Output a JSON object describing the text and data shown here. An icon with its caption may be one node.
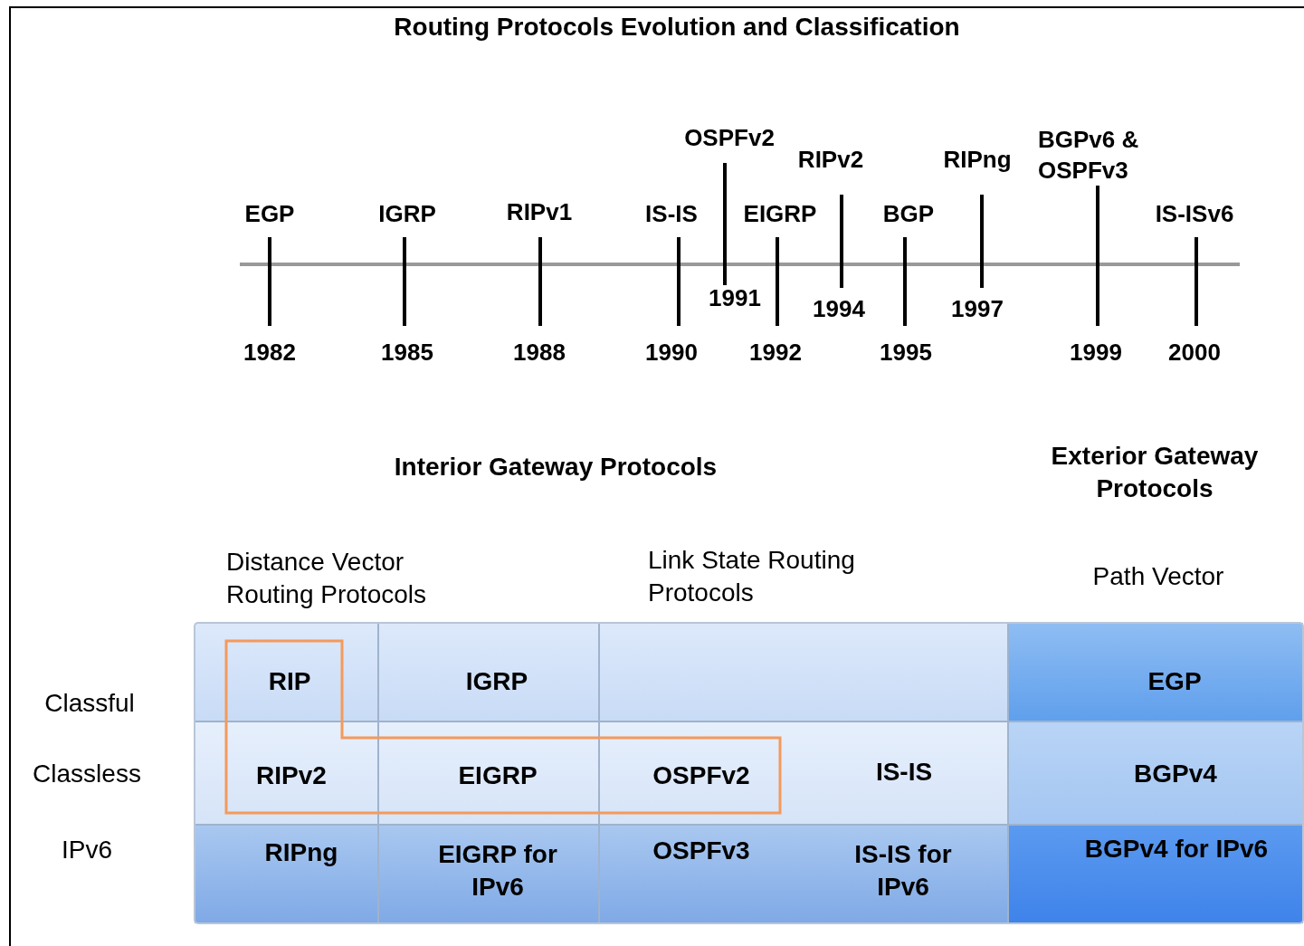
{
  "diagram": {
    "title": "Routing Protocols Evolution and Classification",
    "labels": [
      "EGP",
      "1982",
      "IGRP",
      "1985",
      "RIPv1",
      "1988",
      "IS-IS",
      "1990",
      "OSPFv2",
      "1991",
      "EIGRP",
      "1992",
      "RIPv2",
      "1994",
      "BGP",
      "1995",
      "RIPng",
      "1997",
      "BGPv6 & OSPFv3",
      "1999",
      "IS-ISv6",
      "2000",
      "Interior Gateway Protocols",
      "Exterior Gateway Protocols",
      "Distance Vector Routing Protocols",
      "Link State Routing Protocols",
      "Path Vector",
      "Classful",
      "Classless",
      "IPv6",
      "RIP",
      "IGRP",
      "EGP",
      "RIPv2",
      "EIGRP",
      "OSPFv2",
      "IS-IS",
      "BGPv4",
      "RIPng",
      "EIGRP for IPv6",
      "OSPFv3",
      "IS-IS for IPv6",
      "BGPv4 for IPv6"
    ]
  }
}
